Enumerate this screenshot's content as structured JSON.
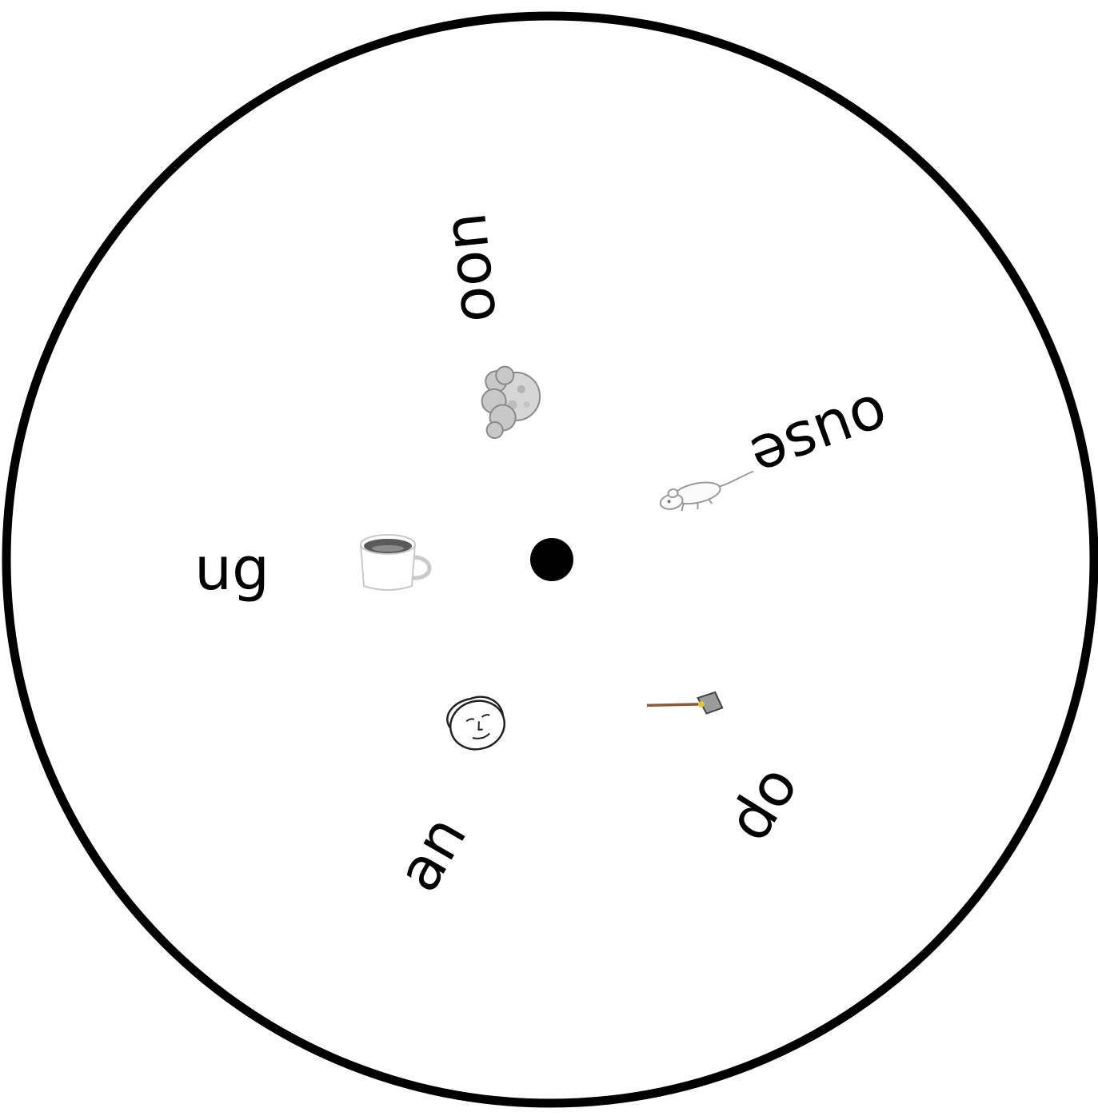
{
  "wheel": {
    "outline_color": "#000000",
    "background": "#ffffff",
    "center_dot_color": "#000000"
  },
  "segments": [
    {
      "word": "oon",
      "picture": "moon-and-clouds-icon"
    },
    {
      "word": "ouse",
      "picture": "mouse-icon"
    },
    {
      "word": "op",
      "picture": "mop-icon"
    },
    {
      "word": "an",
      "picture": "man-face-icon"
    },
    {
      "word": "ug",
      "picture": "mug-icon"
    }
  ]
}
